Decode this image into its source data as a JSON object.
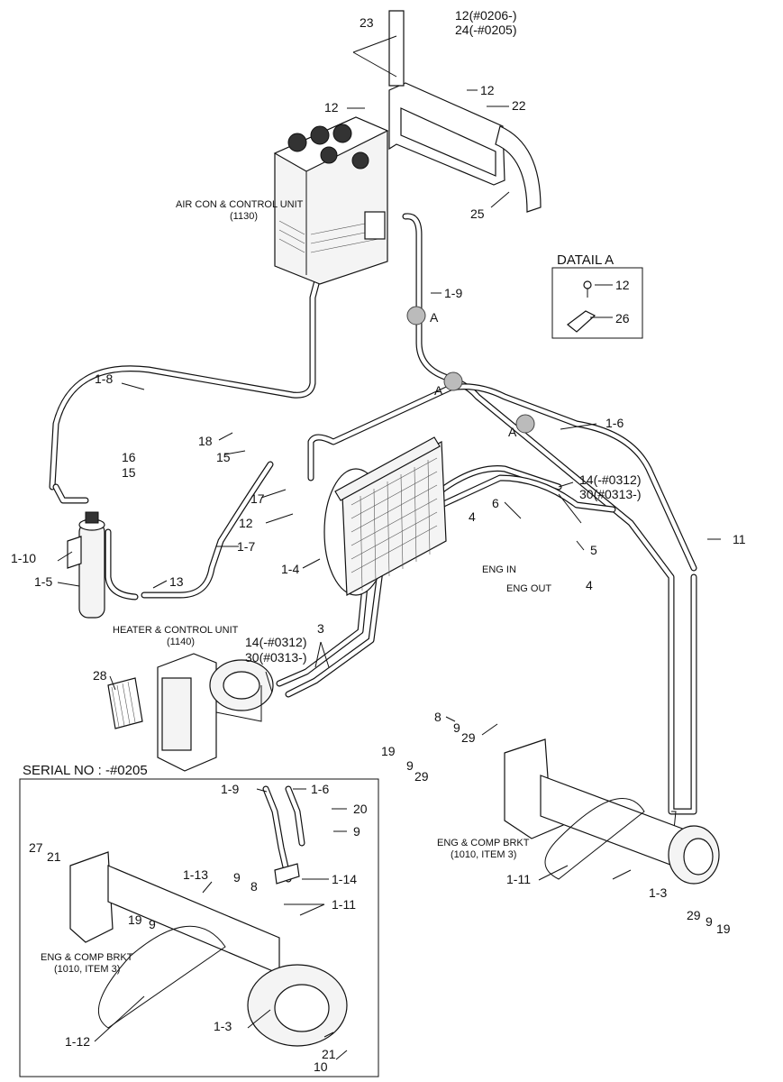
{
  "labels": {
    "p23": "23",
    "p12_top": "12(#0206-)",
    "p24_top": "24(-#0205)",
    "p12_a": "12",
    "p12_b": "12",
    "p22": "22",
    "p25": "25",
    "aircon_title": "AIR CON & CONTROL UNIT",
    "aircon_code": "(1130)",
    "p1_9": "1-9",
    "detail_a_title": "DATAIL A",
    "detail_12": "12",
    "detail_26": "26",
    "p1_8": "1-8",
    "markA1": "A",
    "markA2": "A",
    "markA3": "A",
    "p1_6": "1-6",
    "p18": "18",
    "p15_a": "15",
    "p16": "16",
    "p15_b": "15",
    "p14_mid": "14(-#0312)",
    "p30_mid": "30(#0313-)",
    "p6": "6",
    "p17": "17",
    "p4_a": "4",
    "p12_c": "12",
    "p5": "5",
    "p11": "11",
    "p1_10": "1-10",
    "p1_7": "1-7",
    "p1_4": "1-4",
    "eng_in": "ENG IN",
    "eng_out": "ENG OUT",
    "p4_b": "4",
    "p1_5": "1-5",
    "p13": "13",
    "heater_title": "HEATER & CONTROL UNIT",
    "heater_code": "(1140)",
    "p3": "3",
    "p14_low": "14(-#0312)",
    "p30_low": "30(#0313-)",
    "p28": "28",
    "p8_r": "8",
    "p9_r1": "9",
    "p29_r1": "29",
    "p19_r": "19",
    "p9_r2": "9",
    "p29_r2": "29",
    "serial_title": "SERIAL NO : -#0205",
    "in_1_9": "1-9",
    "in_1_6": "1-6",
    "in_20": "20",
    "in_9a": "9",
    "in_27": "27",
    "in_21a": "21",
    "in_1_13": "1-13",
    "in_9b": "9",
    "in_8": "8",
    "in_1_14": "1-14",
    "in_1_11": "1-11",
    "in_19": "19",
    "in_9c": "9",
    "in_brkt_title": "ENG & COMP BRKT",
    "in_brkt_code": "(1010, ITEM 3)",
    "in_1_3": "1-3",
    "in_1_12": "1-12",
    "in_21b": "21",
    "in_10": "10",
    "brkt_title": "ENG & COMP BRKT",
    "brkt_code": "(1010, ITEM 3)",
    "p1_11": "1-11",
    "p1_3": "1-3",
    "p29_b": "29",
    "p9_b": "9",
    "p19_b": "19"
  }
}
